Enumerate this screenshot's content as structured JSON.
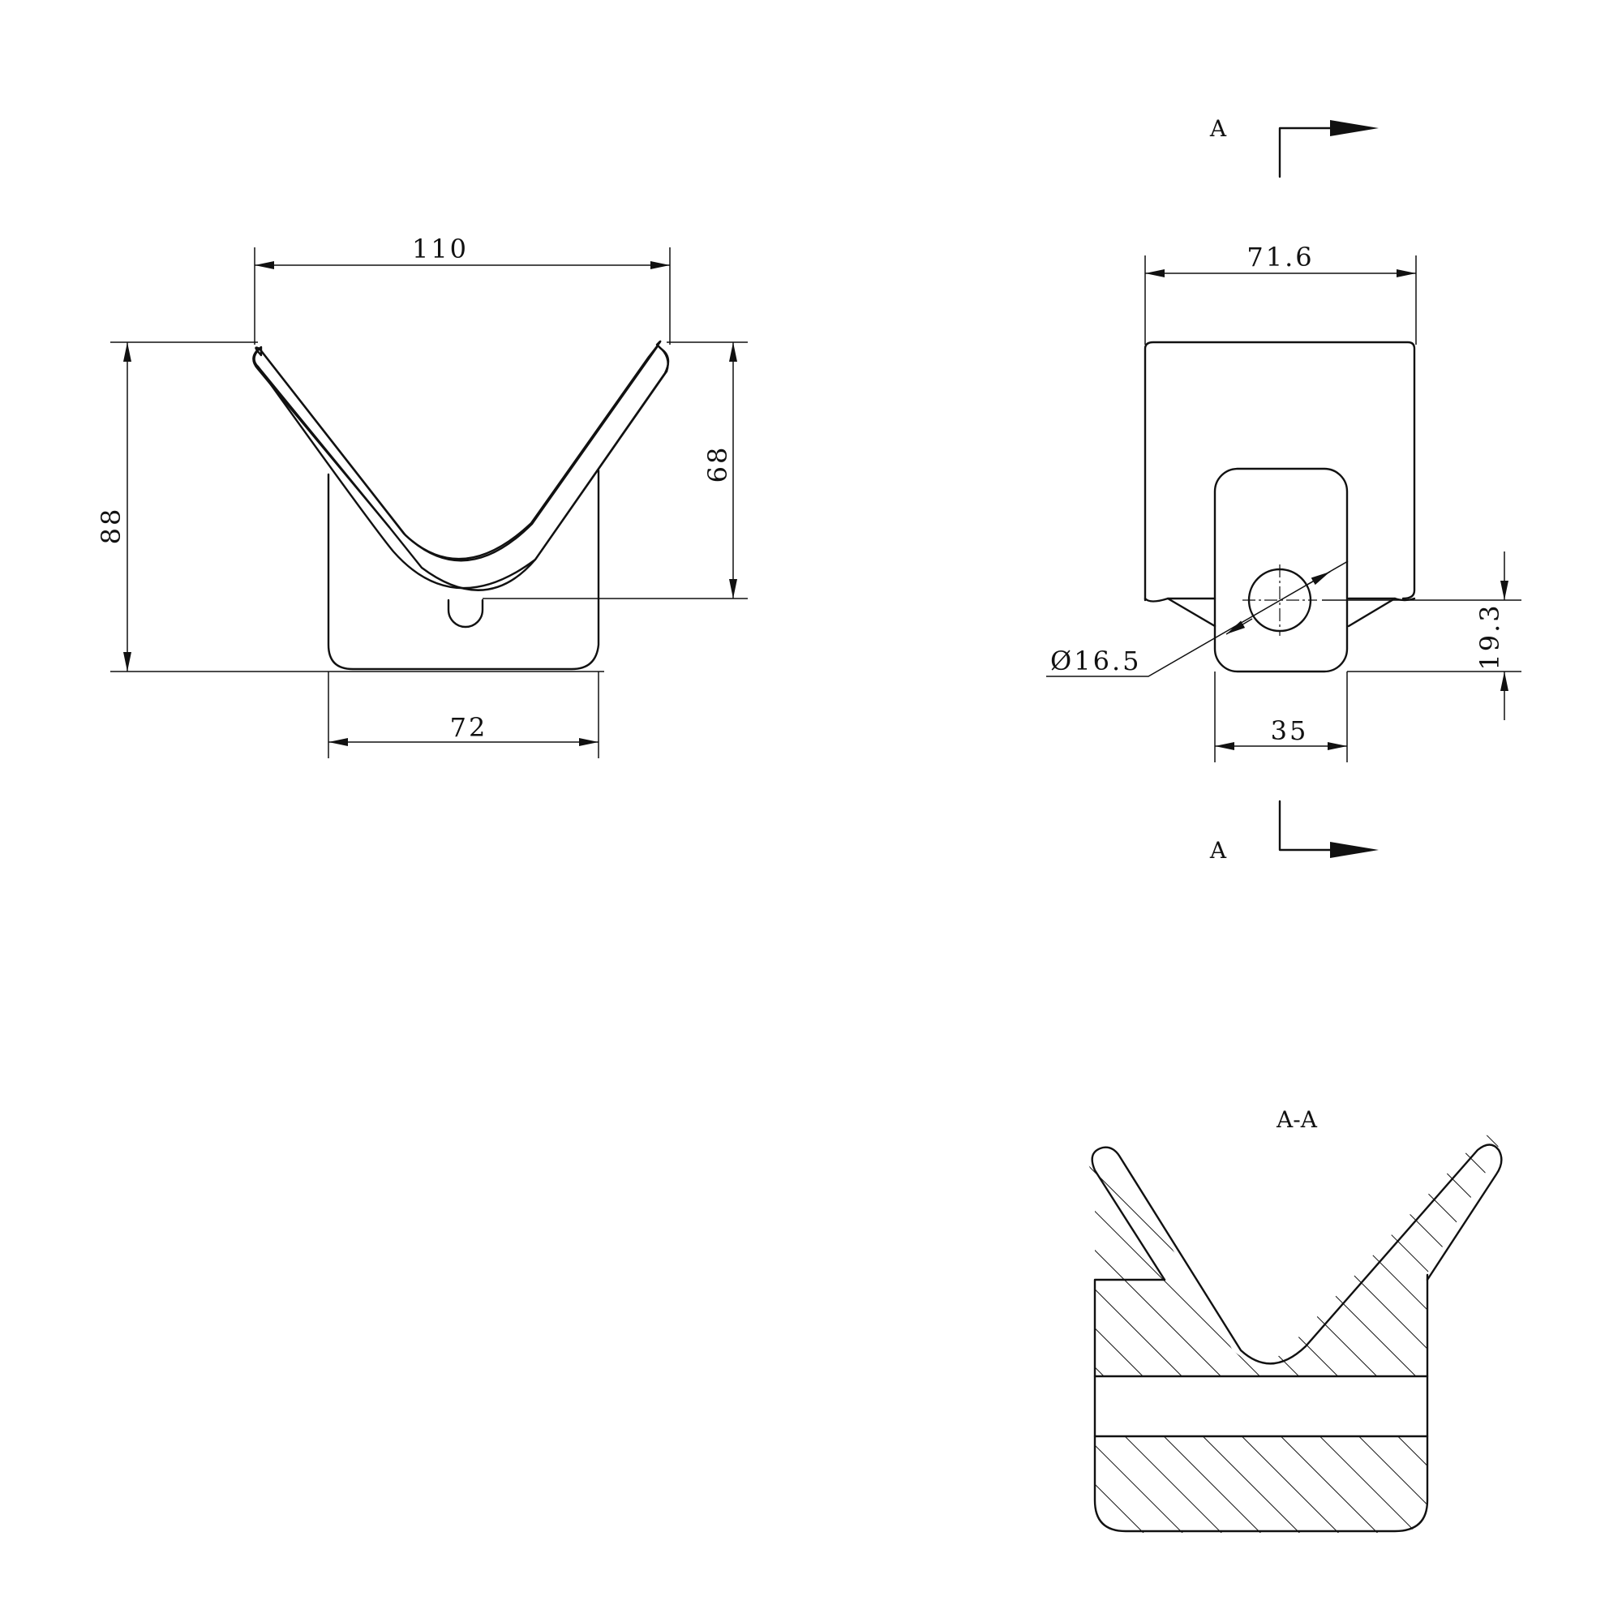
{
  "front_view": {
    "dim_top_width": "110",
    "dim_total_height": "88",
    "dim_v_height": "68",
    "dim_base_width": "72"
  },
  "side_view": {
    "dim_top_width": "71.6",
    "dim_hole_diameter": "Ø16.5",
    "dim_hole_height": "19.3",
    "dim_bottom_width": "35"
  },
  "section_markers": {
    "top_label": "A",
    "bottom_label": "A"
  },
  "section_view": {
    "title": "A-A"
  }
}
